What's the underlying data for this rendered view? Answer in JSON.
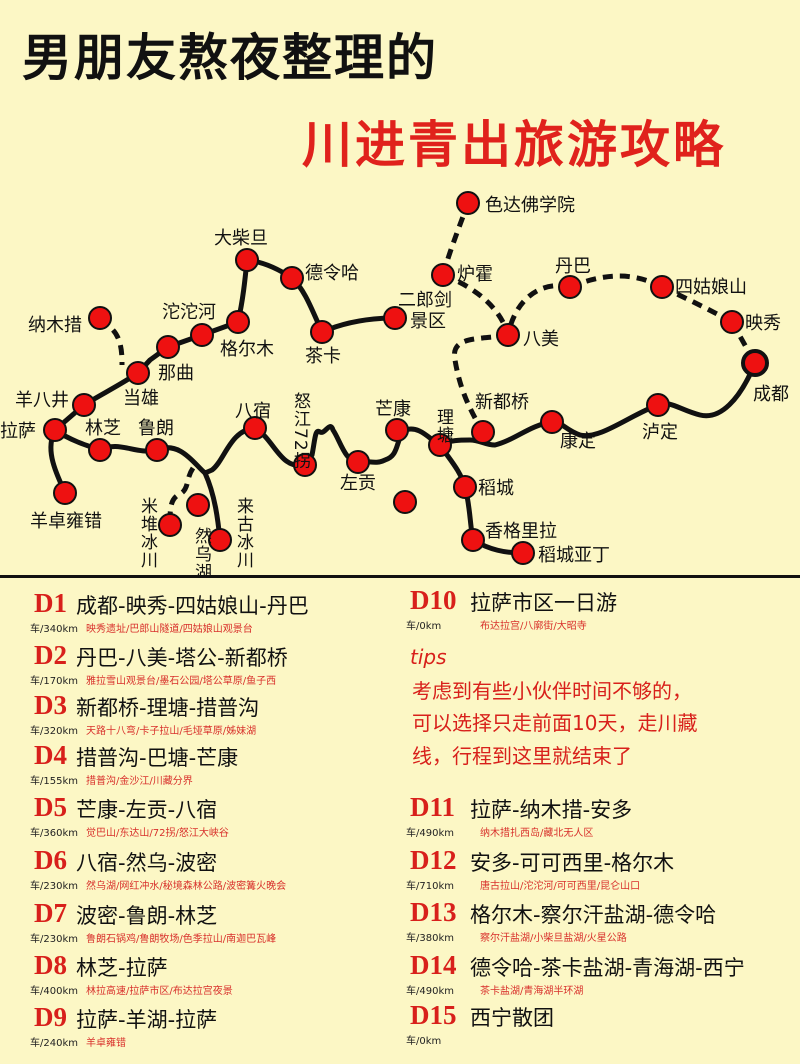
{
  "header": {
    "title_line1": "男朋友熬夜整理的",
    "title_line2": "川进青出旅游攻略"
  },
  "colors": {
    "background": "#fcf7c5",
    "accent": "#e0221c",
    "node": "#ee1111",
    "route": "#111111"
  },
  "map": {
    "nodes": [
      "色达佛学院",
      "炉霍",
      "二郎剑",
      "景区",
      "八美",
      "丹巴",
      "四姑娘山",
      "映秀",
      "成都",
      "泸定",
      "康定",
      "新都桥",
      "理塘",
      "芒康",
      "稻城",
      "香格里拉",
      "稻城亚丁",
      "左贡",
      "怒江72拐",
      "八宿",
      "鲁朗",
      "林芝",
      "拉萨",
      "羊八井",
      "当雄",
      "那曲",
      "纳木措",
      "沱沱河",
      "格尔木",
      "大柴旦",
      "德令哈",
      "茶卡",
      "羊卓雍错",
      "米堆冰川",
      "然乌湖",
      "来古冰川"
    ]
  },
  "itinerary": {
    "left": [
      {
        "day": "D1",
        "route": "成都-映秀-四姑娘山-丹巴",
        "distance": "车/340km",
        "spots": "映秀遗址/巴郎山隧道/四姑娘山观景台"
      },
      {
        "day": "D2",
        "route": "丹巴-八美-塔公-新都桥",
        "distance": "车/170km",
        "spots": "雅拉雪山观景台/墨石公园/塔公草原/鱼子西"
      },
      {
        "day": "D3",
        "route": "新都桥-理塘-措普沟",
        "distance": "车/320km",
        "spots": "天路十八弯/卡子拉山/毛垭草原/姊妹湖"
      },
      {
        "day": "D4",
        "route": "措普沟-巴塘-芒康",
        "distance": "车/155km",
        "spots": "措普沟/金沙江/川藏分界"
      },
      {
        "day": "D5",
        "route": "芒康-左贡-八宿",
        "distance": "车/360km",
        "spots": "觉巴山/东达山/72拐/怒江大峡谷"
      },
      {
        "day": "D6",
        "route": "八宿-然乌-波密",
        "distance": "车/230km",
        "spots": "然乌湖/网红冲水/秘境森林公路/波密篝火晚会"
      },
      {
        "day": "D7",
        "route": "波密-鲁朗-林芝",
        "distance": "车/230km",
        "spots": "鲁朗石锅鸡/鲁朗牧场/色季拉山/南迦巴瓦峰"
      },
      {
        "day": "D8",
        "route": "林芝-拉萨",
        "distance": "车/400km",
        "spots": "林拉高速/拉萨市区/布达拉宫夜景"
      },
      {
        "day": "D9",
        "route": "拉萨-羊湖-拉萨",
        "distance": "车/240km",
        "spots": "羊卓雍错"
      }
    ],
    "d10": {
      "day": "D10",
      "route": "拉萨市区一日游",
      "distance": "车/0km",
      "spots": "布达拉宫/八廓街/大昭寺"
    },
    "tips": {
      "label": "tips",
      "lines": [
        "考虑到有些小伙伴时间不够的，",
        "可以选择只走前面10天，走川藏",
        "线，行程到这里就结束了"
      ]
    },
    "right": [
      {
        "day": "D11",
        "route": "拉萨-纳木措-安多",
        "distance": "车/490km",
        "spots": "纳木措扎西岛/藏北无人区"
      },
      {
        "day": "D12",
        "route": "安多-可可西里-格尔木",
        "distance": "车/710km",
        "spots": "唐古拉山/沱沱河/可可西里/昆仑山口"
      },
      {
        "day": "D13",
        "route": "格尔木-察尔汗盐湖-德令哈",
        "distance": "车/380km",
        "spots": "察尔汗盐湖/小柴旦盐湖/火星公路"
      },
      {
        "day": "D14",
        "route": "德令哈-茶卡盐湖-青海湖-西宁",
        "distance": "车/490km",
        "spots": "茶卡盐湖/青海湖半环湖"
      },
      {
        "day": "D15",
        "route": "西宁散团",
        "distance": "车/0km",
        "spots": ""
      }
    ]
  }
}
